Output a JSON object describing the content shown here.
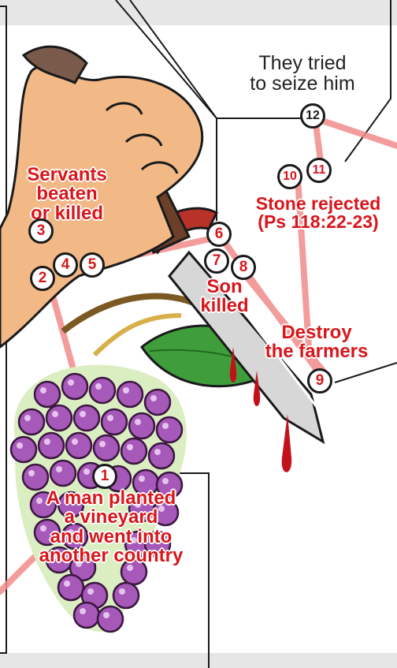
{
  "labels": {
    "seize": [
      "They tried",
      "to seize him"
    ],
    "stone": [
      "Stone rejected",
      "(Ps 118:22-23)"
    ],
    "servants": [
      "Servants",
      "beaten",
      "or killed"
    ],
    "son": [
      "Son",
      "killed"
    ],
    "destroy": [
      "Destroy",
      "the farmers"
    ],
    "vineyard": [
      "A man planted",
      "a vineyard",
      "and went into",
      "another country"
    ]
  },
  "markers": [
    "1",
    "2",
    "3",
    "4",
    "5",
    "6",
    "7",
    "8",
    "9",
    "10",
    "11",
    "12"
  ],
  "colors": {
    "label_red": "#d8161b",
    "band_gray": "#e6e6e6",
    "link_pink": "#f28b8b",
    "skin": "#f2b987",
    "grape": "#a659b8",
    "leaf_green": "#3f9e3b",
    "blood": "#c1121b"
  }
}
